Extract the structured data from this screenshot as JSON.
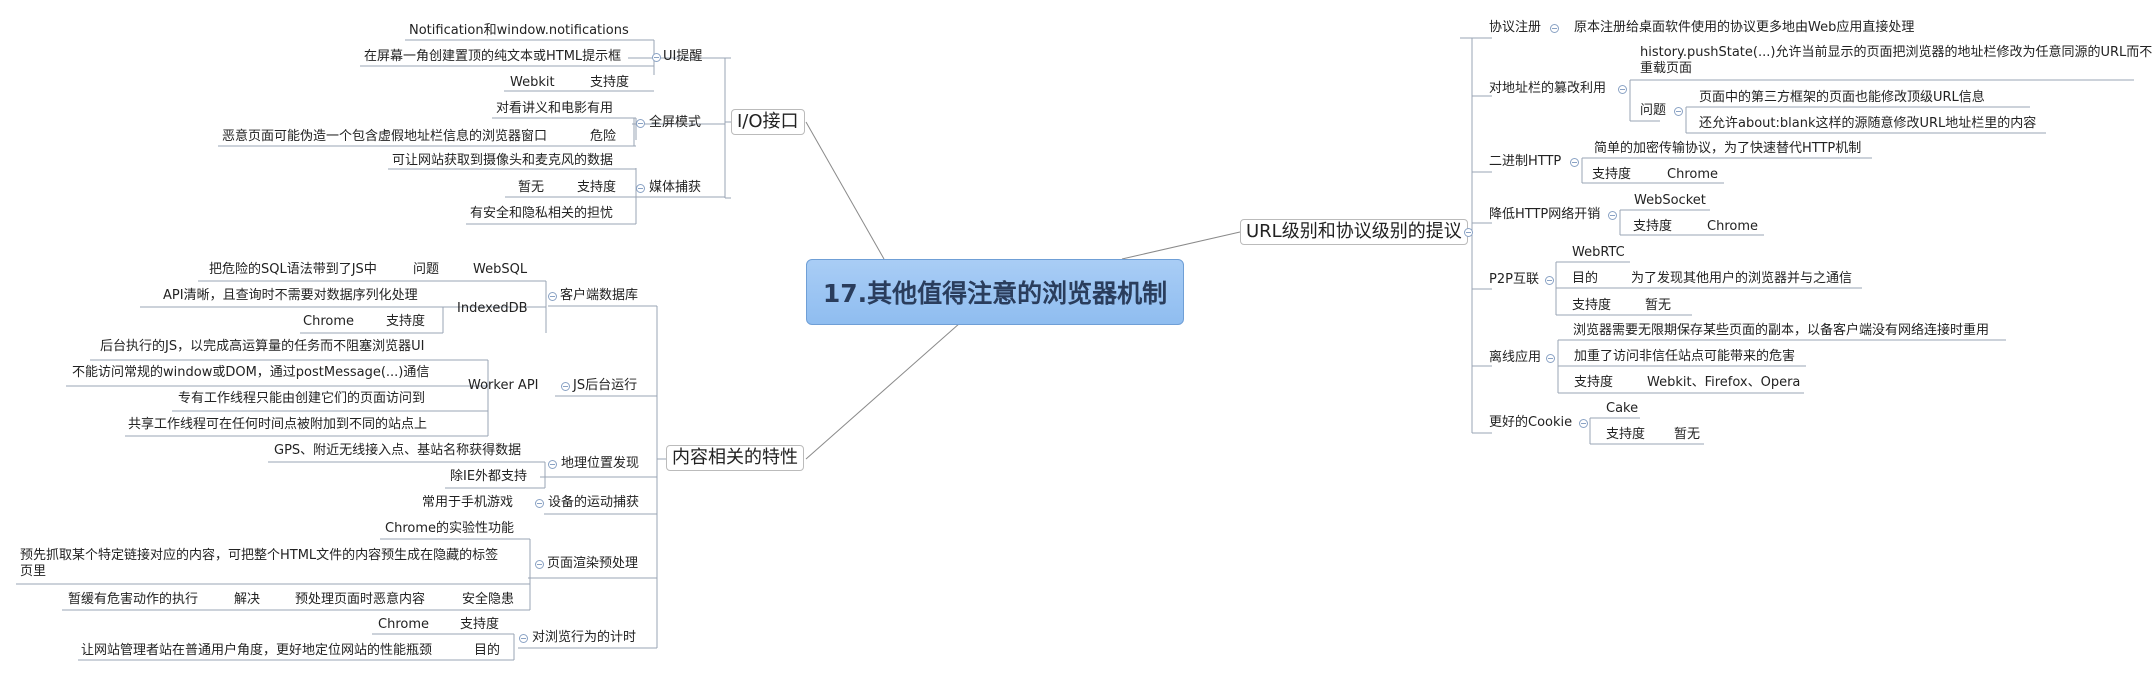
{
  "root": "17.其他值得注意的浏览器机制",
  "branches": {
    "io": "I/O接口",
    "content": "内容相关的特性",
    "url": "URL级别和协议级别的提议"
  },
  "io": {
    "ui": "UI提醒",
    "ui_n1": "Notification和window.notifications",
    "ui_n2": "在屏幕一角创建置顶的纯文本或HTML提示框",
    "ui_support": "支持度",
    "ui_webkit": "Webkit",
    "fs": "全屏模式",
    "fs_n1": "对看讲义和电影有用",
    "fs_danger": "危险",
    "fs_n2": "恶意页面可能伪造一个包含虚假地址栏信息的浏览器窗口",
    "media": "媒体捕获",
    "media_n1": "可让网站获取到摄像头和麦克风的数据",
    "media_support": "支持度",
    "media_none": "暂无",
    "media_n2": "有安全和隐私相关的担忧"
  },
  "content": {
    "storage": "客户端数据库",
    "websql": "WebSQL",
    "websql_issue": "问题",
    "websql_n1": "把危险的SQL语法带到了JS中",
    "indexeddb": "IndexedDB",
    "idb_n1": "API清晰，且查询时不需要对数据序列化处理",
    "idb_support": "支持度",
    "idb_chrome": "Chrome",
    "js": "JS后台运行",
    "worker": "Worker API",
    "worker_n1": "后台执行的JS，以完成高运算量的任务而不阻塞浏览器UI",
    "worker_n2": "不能访问常规的window或DOM，通过postMessage(...)通信",
    "worker_n3": "专有工作线程只能由创建它们的页面访问到",
    "worker_n4": "共享工作线程可在任何时间点被附加到不同的站点上",
    "geo": "地理位置发现",
    "geo_n1": "GPS、附近无线接入点、基站名称获得数据",
    "geo_n2": "除IE外都支持",
    "motion": "设备的运动捕获",
    "motion_n1": "常用于手机游戏",
    "prerender": "页面渲染预处理",
    "pr_n1": "Chrome的实验性功能",
    "pr_n2": "预先抓取某个特定链接对应的内容，可把整个HTML文件的内容预生成在隐藏的标签页里",
    "pr_security": "安全隐患",
    "pr_risk": "预处理页面时恶意内容",
    "pr_solve": "解决",
    "pr_n3": "暂缓有危害动作的执行",
    "timing": "对浏览行为的计时",
    "timing_support": "支持度",
    "timing_chrome": "Chrome",
    "timing_goal": "目的",
    "timing_n1": "让网站管理者站在普通用户角度，更好地定位网站的性能瓶颈"
  },
  "url": {
    "proto": "协议注册",
    "proto_n1": "原本注册给桌面软件使用的协议更多地由Web应用直接处理",
    "addr": "对地址栏的篡改利用",
    "addr_n1": "history.pushState(...)允许当前显示的页面把浏览器的地址栏修改为任意同源的URL而不重载页面",
    "addr_issue": "问题",
    "addr_i1": "页面中的第三方框架的页面也能修改顶级URL信息",
    "addr_i2": "还允许about:blank这样的源随意修改URL地址栏里的内容",
    "bin": "二进制HTTP",
    "bin_n1": "简单的加密传输协议，为了快速替代HTTP机制",
    "bin_support": "支持度",
    "bin_chrome": "Chrome",
    "net": "降低HTTP网络开销",
    "net_ws": "WebSocket",
    "net_support": "支持度",
    "net_chrome": "Chrome",
    "p2p": "P2P互联",
    "p2p_rtc": "WebRTC",
    "p2p_goal": "目的",
    "p2p_goal_n": "为了发现其他用户的浏览器并与之通信",
    "p2p_support": "支持度",
    "p2p_none": "暂无",
    "offline": "离线应用",
    "off_n1": "浏览器需要无限期保存某些页面的副本，以备客户端没有网络连接时重用",
    "off_n2": "加重了访问非信任站点可能带来的危害",
    "off_support": "支持度",
    "off_browsers": "Webkit、Firefox、Opera",
    "cookie": "更好的Cookie",
    "cookie_cake": "Cake",
    "cookie_support": "支持度",
    "cookie_none": "暂无"
  }
}
